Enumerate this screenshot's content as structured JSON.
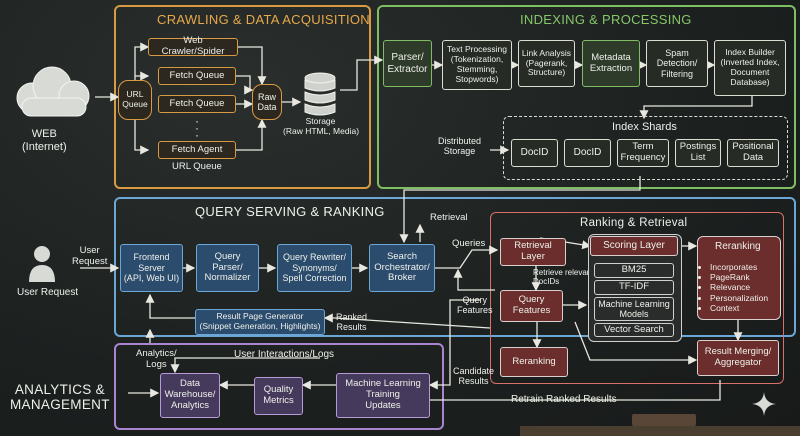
{
  "crawling": {
    "title": "CRAWLING & DATA ACQUISITION",
    "web_label": "WEB\n(Internet)",
    "url_queue": "URL\nQueue",
    "web_crawler": "Web Crawler/Spider",
    "fetch_queue_1": "Fetch Queue",
    "fetch_queue_2": "Fetch Queue",
    "fetch_agent": "Fetch Agent",
    "url_queue_caption": "URL Queue",
    "raw_data": "Raw\nData",
    "storage": "Storage\n(Raw HTML, Media)"
  },
  "indexing": {
    "title": "INDEXING & PROCESSING",
    "parser": "Parser/\nExtractor",
    "text_processing": "Text Processing\n(Tokenization,\nStemming,\nStopwords)",
    "link_analysis": "Link Analysis\n(Pagerank,\nStructure)",
    "metadata": "Metadata\nExtraction",
    "spam": "Spam\nDetection/\nFiltering",
    "index_builder": "Index Builder\n(Inverted Index,\nDocument\nDatabase)",
    "shards_title": "Index Shards",
    "distributed_storage": "Distributed\nStorage",
    "shards": [
      "DocID",
      "DocID",
      "Term\nFrequency",
      "Postings\nList",
      "Positional\nData"
    ]
  },
  "query": {
    "title": "QUERY SERVING & RANKING",
    "user_request_label": "User Request",
    "user_request_arrow": "User\nRequest",
    "frontend": "Frontend\nServer\n(API, Web UI)",
    "parser": "Query\nParser/\nNormalizer",
    "rewriter": "Query Rewriter/\nSynonyms/\nSpell Correction",
    "orchestrator": "Search\nOrchestrator/\nBroker",
    "retrieval_label": "Retrieval",
    "queries_label": "Queries",
    "query_features_label": "Query\nFeatures",
    "ranked_results_label": "Ranked\nResults",
    "candidate_results_label": "Candidate\nResults",
    "result_page": "Result Page Generator\n(Snippet Generation, Highlights)"
  },
  "ranking": {
    "title": "Ranking & Retrieval",
    "retrieval_layer": "Retrieval\nLayer",
    "retrieve_ids": "Retrieve relevant\nDocIDs",
    "query_features": "Query\nFeatures",
    "reranking_small": "Reranking",
    "scoring_layer": "Scoring Layer",
    "scoring_items": [
      "BM25",
      "TF-IDF",
      "Machine Learning\nModels",
      "Vector Search"
    ],
    "reranking_title": "Reranking",
    "reranking_bullets": [
      "Incorporates",
      "PageRank",
      "Relevance",
      "Personalization",
      "Context"
    ],
    "merging": "Result Merging/\nAggregator"
  },
  "analytics": {
    "title": "ANALYTICS &\nMANAGEMENT",
    "analytics_logs": "Analytics/\nLogs",
    "interactions": "User Interactions/Logs",
    "warehouse": "Data\nWarehouse/\nAnalytics",
    "quality": "Quality\nMetrics",
    "ml_training": "Machine Learning\nTraining\nUpdates",
    "retrain": "Retrain Ranked Results"
  },
  "colors": {
    "crawl": "#d89a42",
    "index": "#7fbe63",
    "query": "#6aa6d6",
    "ranking": "#d9706a",
    "analytics": "#a985d0"
  }
}
